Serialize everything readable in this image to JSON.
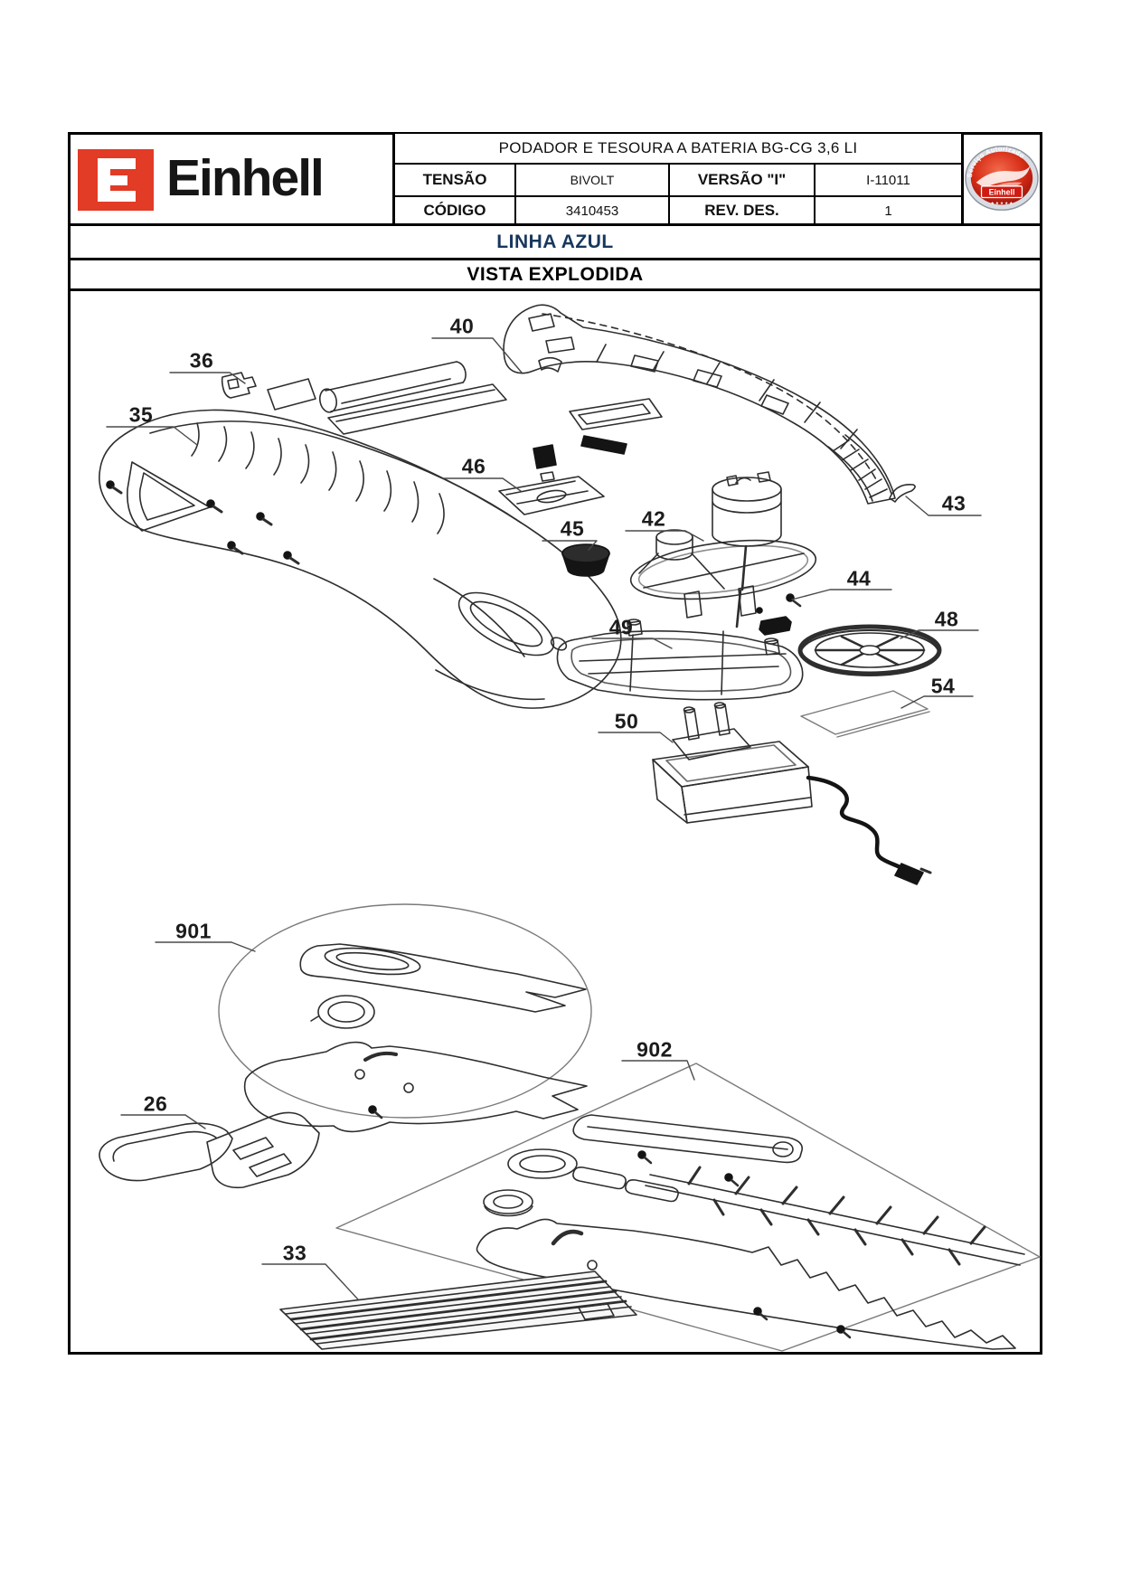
{
  "header": {
    "product_title": "PODADOR E TESOURA A BATERIA BG-CG 3,6 LI",
    "brand_wordmark": "Einhell",
    "fields": {
      "tensao_label": "TENSÃO",
      "tensao_value": "BIVOLT",
      "versao_label": "VERSÃO \"I\"",
      "versao_value": "I-11011",
      "codigo_label": "CÓDIGO",
      "codigo_value": "3410453",
      "rev_label": "REV. DES.",
      "rev_value": "1"
    },
    "badge": {
      "arc_text": "Serviço Autorizado",
      "brand": "Einhell",
      "stars": "★ ★ ★ ★ ★"
    }
  },
  "banners": {
    "line_name": "LINHA AZUL",
    "view_name": "VISTA EXPLODIDA"
  },
  "colors": {
    "brand_red": "#e23b26",
    "badge_red": "#cf1b10",
    "line_blue": "#17375d",
    "ink": "#1c1c1c"
  },
  "diagram": {
    "callouts": [
      "40",
      "36",
      "35",
      "46",
      "45",
      "42",
      "43",
      "44",
      "49",
      "48",
      "54",
      "50",
      "901",
      "26",
      "902",
      "33"
    ]
  }
}
